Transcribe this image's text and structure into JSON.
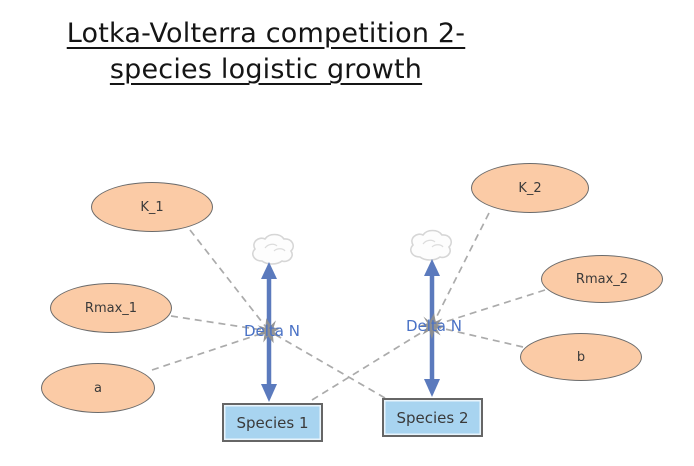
{
  "title": {
    "line1": "Lotka-Volterra competition 2-",
    "line2": "species logistic growth"
  },
  "nodes": {
    "variables": [
      {
        "label": "K_1"
      },
      {
        "label": "Rmax_1"
      },
      {
        "label": "a"
      },
      {
        "label": "K_2"
      },
      {
        "label": "Rmax_2"
      },
      {
        "label": "b"
      }
    ],
    "stocks": [
      {
        "label": "Species 1"
      },
      {
        "label": "Species 2"
      }
    ],
    "flows": [
      {
        "label": "Delta N"
      },
      {
        "label": "Delta N"
      }
    ]
  },
  "colors": {
    "title_text": "#151515",
    "node_text": "#3a3a3a",
    "variable_fill": "#fbcba6",
    "variable_border": "#6b6b6b",
    "stock_fill": "#a8d4f0",
    "stock_border": "#666666",
    "flow_arrow": "#5b7abd",
    "flow_label": "#4a72c6",
    "link_dash": "#ababab",
    "cloud_fill": "#fdfdfd",
    "cloud_stroke": "#d6d6d6",
    "valve": "#8f8f8f"
  }
}
